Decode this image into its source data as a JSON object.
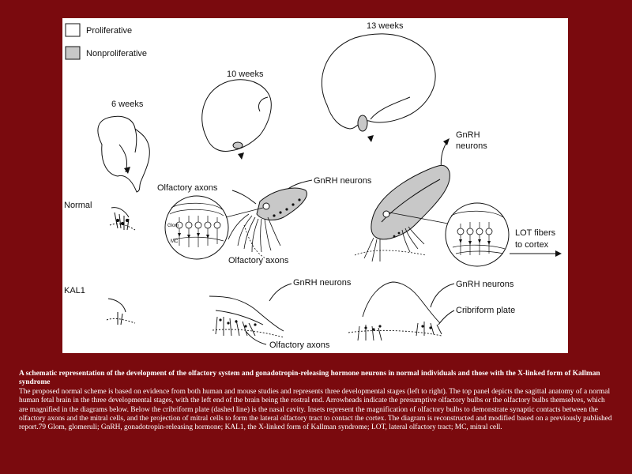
{
  "figure": {
    "legend": [
      {
        "label": "Proliferative",
        "color": "#ffffff"
      },
      {
        "label": "Nonproliferative",
        "color": "#c8c8c8"
      }
    ],
    "stage_labels": [
      "6 weeks",
      "10 weeks",
      "13 weeks"
    ],
    "row_labels": [
      "Normal",
      "KAL1"
    ],
    "annotations": {
      "olfactory_axons_top": "Olfactory axons",
      "gnrh_neurons_top": "GnRH neurons",
      "olfactory_axons_mid": "Olfactory axons",
      "gnrh_neurons_right_line1": "GnRH",
      "gnrh_neurons_right_line2": "neurons",
      "lot_fibers_line1": "LOT fibers",
      "lot_fibers_line2": "to cortex",
      "glom": "Glom",
      "mc": "MC",
      "kal_gnrh_neurons_mid": "GnRH neurons",
      "kal_gnrh_neurons_right": "GnRH neurons",
      "cribriform_plate": "Cribriform plate",
      "kal_olfactory_axons": "Olfactory axons"
    }
  },
  "caption": {
    "title": "A schematic representation of the development of the olfactory system and gonadotropin-releasing hormone neurons in normal individuals and those with the X-linked form of Kallman syndrome",
    "body": "The proposed normal scheme is based on evidence from both human and mouse studies and represents three developmental stages (left to right). The top panel depicts the sagittal anatomy of a normal human fetal brain in the three developmental stages, with the left end of the brain being the rostral end. Arrowheads indicate the presumptive olfactory bulbs or the olfactory bulbs themselves, which are magnified in the diagrams below. Below the cribriform plate (dashed line) is the nasal cavity. Insets represent the magnification of olfactory bulbs to demonstrate synaptic contacts between the olfactory axons and the mitral cells, and the projection of mitral cells to form the lateral olfactory tract to contact the cortex. The diagram is reconstructed and modified based on a previously published report.79 Glom, glomeruli; GnRH, gonadotropin-releasing hormone; KAL1, the X-linked form of Kallman syndrome; LOT, lateral olfactory tract; MC, mitral cell."
  },
  "colors": {
    "background": "#7a0a0e",
    "panel": "#ffffff",
    "shade": "#c8c8c8"
  }
}
